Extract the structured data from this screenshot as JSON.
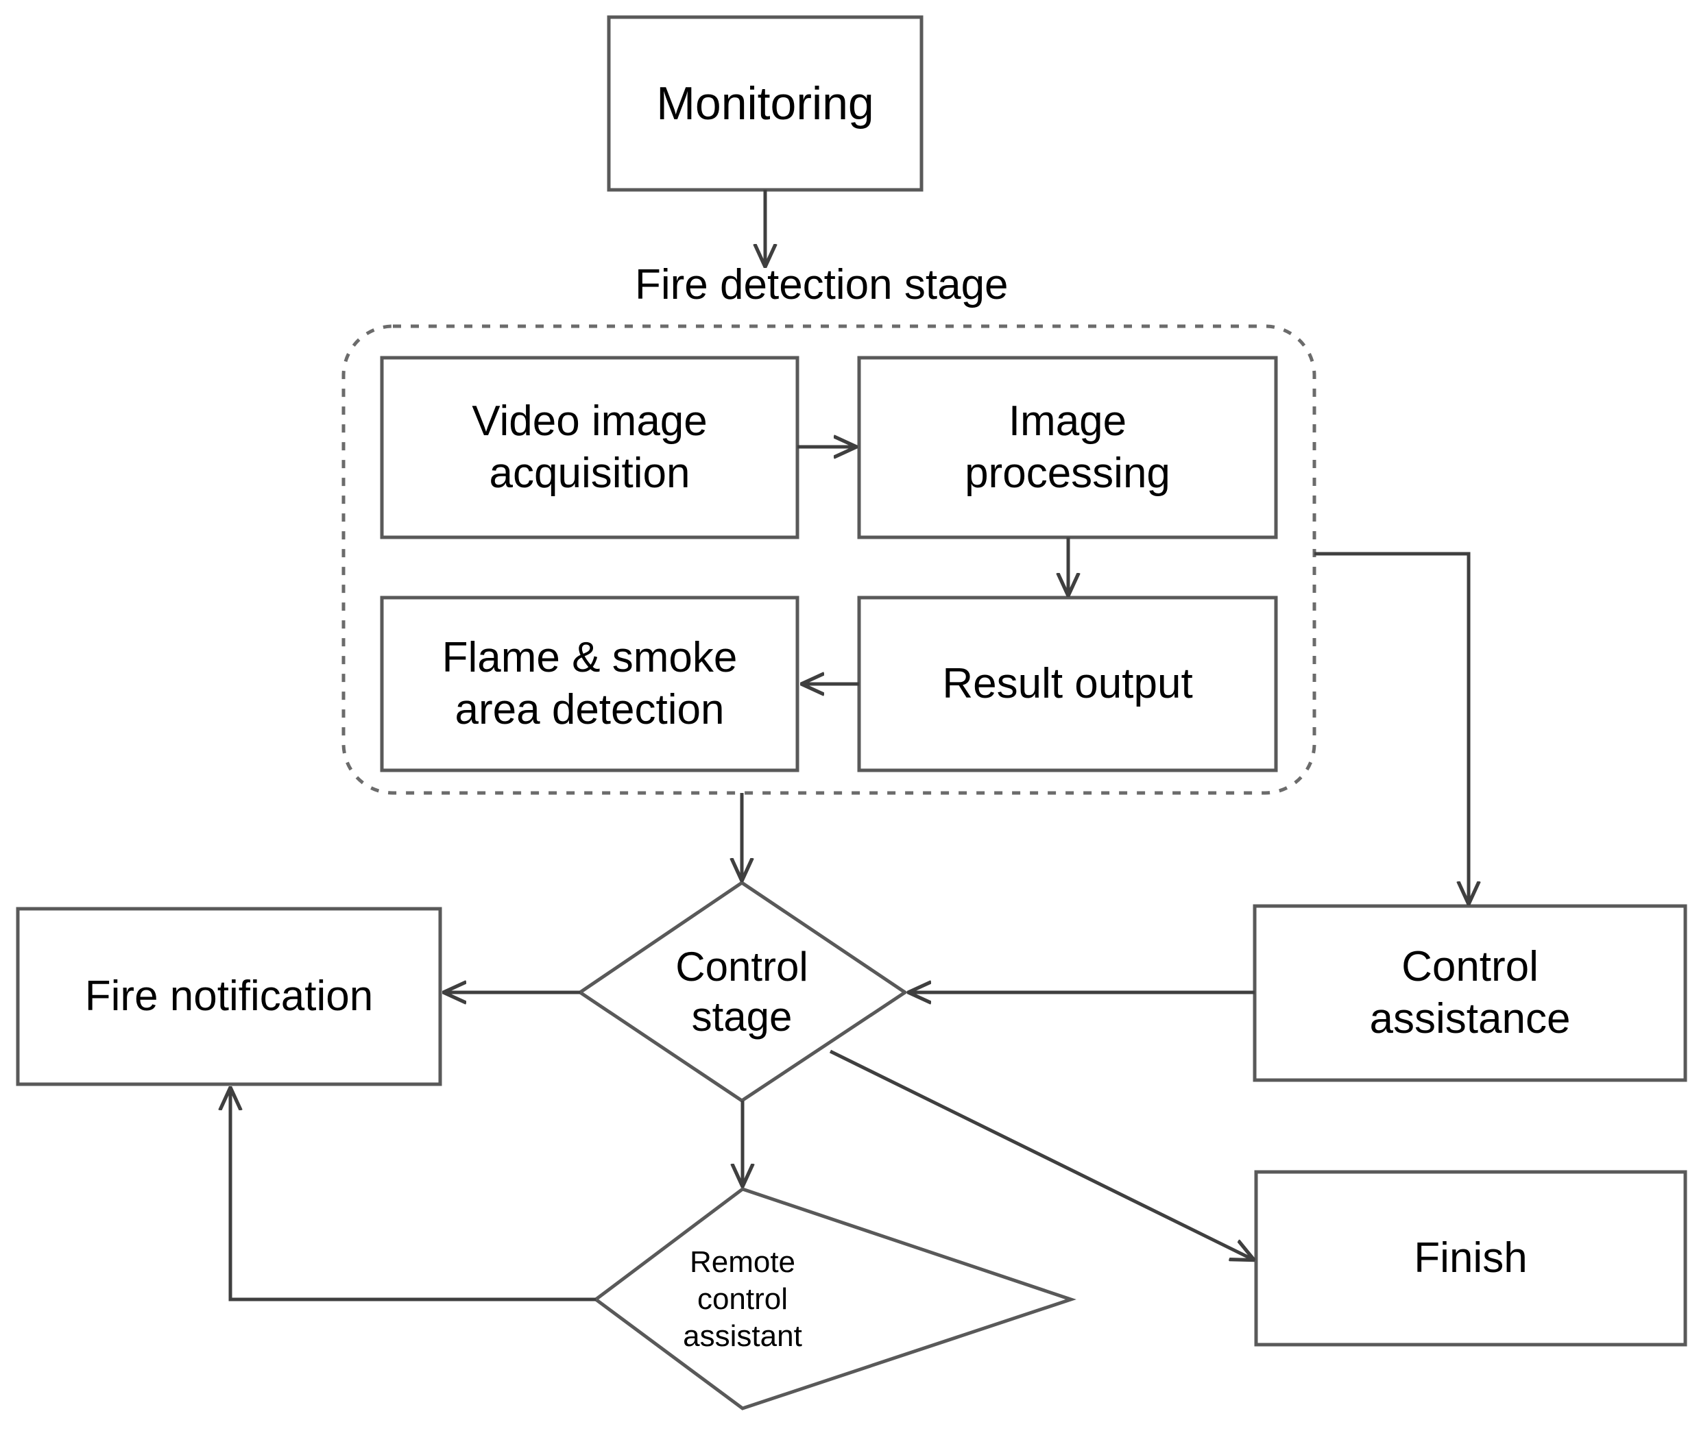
{
  "diagram": {
    "title_caption": "Fire detection stage",
    "stroke_color": "#595959",
    "text_color": "#000000",
    "background_color": "#ffffff",
    "nodes": [
      {
        "id": "monitoring",
        "shape": "rectangle",
        "label": "Monitoring"
      },
      {
        "id": "video-acquisition",
        "shape": "rectangle",
        "label": "Video image\nacquisition"
      },
      {
        "id": "image-processing",
        "shape": "rectangle",
        "label": "Image\nprocessing"
      },
      {
        "id": "flame-smoke",
        "shape": "rectangle",
        "label": "Flame & smoke\narea detection"
      },
      {
        "id": "result-output",
        "shape": "rectangle",
        "label": "Result output"
      },
      {
        "id": "control-stage",
        "shape": "diamond",
        "label": "Control\nstage"
      },
      {
        "id": "fire-notification",
        "shape": "rectangle",
        "label": "Fire notification"
      },
      {
        "id": "control-assistance",
        "shape": "rectangle",
        "label": "Control\nassistance"
      },
      {
        "id": "remote-control",
        "shape": "diamond",
        "label": "Remote\ncontrol\nassistant"
      },
      {
        "id": "finish",
        "shape": "rectangle",
        "label": "Finish"
      }
    ],
    "group": {
      "id": "fire-detection-stage",
      "label": "Fire detection stage",
      "border_style": "dashed"
    },
    "edges": [
      {
        "from": "monitoring",
        "to": "fire-detection-stage"
      },
      {
        "from": "video-acquisition",
        "to": "image-processing"
      },
      {
        "from": "image-processing",
        "to": "result-output"
      },
      {
        "from": "result-output",
        "to": "flame-smoke"
      },
      {
        "from": "fire-detection-stage",
        "to": "control-stage"
      },
      {
        "from": "fire-detection-stage",
        "to": "control-assistance"
      },
      {
        "from": "control-stage",
        "to": "fire-notification"
      },
      {
        "from": "control-assistance",
        "to": "control-stage"
      },
      {
        "from": "control-stage",
        "to": "remote-control"
      },
      {
        "from": "control-stage",
        "to": "finish"
      },
      {
        "from": "remote-control",
        "to": "fire-notification"
      }
    ]
  }
}
